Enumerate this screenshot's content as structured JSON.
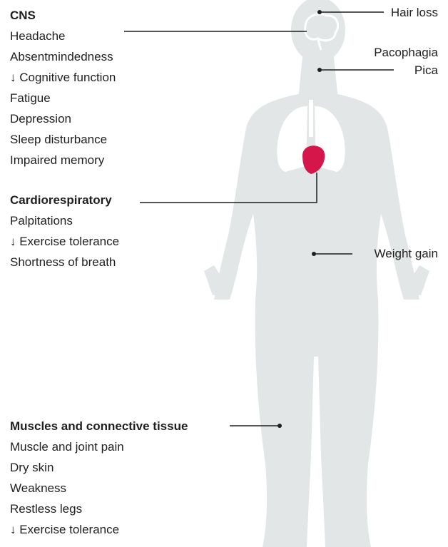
{
  "groups": {
    "cns": {
      "heading": "CNS",
      "items": [
        "Headache",
        "Absentmindedness",
        "↓ Cognitive function",
        "Fatigue",
        "Depression",
        "Sleep disturbance",
        "Impaired memory"
      ]
    },
    "cardio": {
      "heading": "Cardiorespiratory",
      "items": [
        "Palpitations",
        "↓ Exercise tolerance",
        "Shortness of breath"
      ]
    },
    "muscle": {
      "heading": "Muscles and connective tissue",
      "items": [
        "Muscle and joint pain",
        "Dry skin",
        "Weakness",
        "Restless legs",
        "↓ Exercise tolerance"
      ]
    }
  },
  "right_labels": {
    "hair": "Hair loss",
    "paco": "Pacophagia",
    "pica": "Pica",
    "weight": "Weight gain"
  },
  "colors": {
    "body": "#e3e6e6",
    "organ_outline": "#ffffff",
    "heart": "#d5164a",
    "text": "#1f1f1f",
    "leader": "#1f1f1f"
  }
}
